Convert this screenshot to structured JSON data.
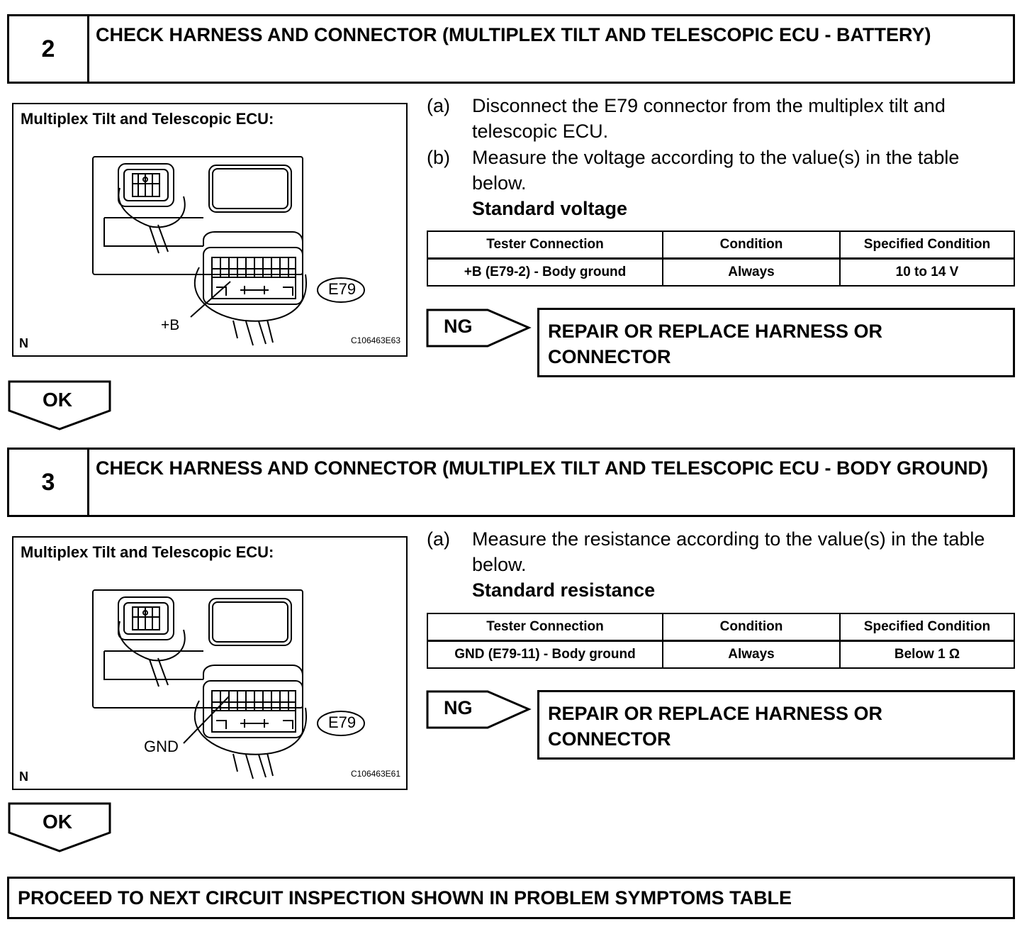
{
  "step2": {
    "number": "2",
    "title": "CHECK HARNESS AND CONNECTOR (MULTIPLEX TILT AND TELESCOPIC ECU - BATTERY)",
    "figure": {
      "title": "Multiplex Tilt and Telescopic ECU:",
      "terminal_label": "+B",
      "connector_label": "E79",
      "corner_mark": "N",
      "figure_code": "C106463E63"
    },
    "instructions": [
      {
        "label": "(a)",
        "text": "Disconnect the E79 connector from the multiplex tilt and telescopic ECU."
      },
      {
        "label": "(b)",
        "text": "Measure the voltage according to the value(s) in the table below."
      }
    ],
    "standard_label": "Standard voltage",
    "table": {
      "headers": [
        "Tester Connection",
        "Condition",
        "Specified Condition"
      ],
      "row": [
        "+B (E79-2) - Body ground",
        "Always",
        "10 to 14 V"
      ]
    },
    "ng_label": "NG",
    "ng_action": "REPAIR OR REPLACE HARNESS OR CONNECTOR",
    "ok_label": "OK"
  },
  "step3": {
    "number": "3",
    "title": "CHECK HARNESS AND CONNECTOR (MULTIPLEX TILT AND TELESCOPIC ECU - BODY GROUND)",
    "figure": {
      "title": "Multiplex Tilt and Telescopic ECU:",
      "terminal_label": "GND",
      "connector_label": "E79",
      "corner_mark": "N",
      "figure_code": "C106463E61"
    },
    "instructions": [
      {
        "label": "(a)",
        "text": "Measure the resistance according to the value(s) in the table below."
      }
    ],
    "standard_label": "Standard resistance",
    "table": {
      "headers": [
        "Tester Connection",
        "Condition",
        "Specified Condition"
      ],
      "row": [
        "GND (E79-11) - Body ground",
        "Always",
        "Below 1 Ω"
      ]
    },
    "ng_label": "NG",
    "ng_action": "REPAIR OR REPLACE HARNESS OR CONNECTOR",
    "ok_label": "OK"
  },
  "final_action": "PROCEED TO NEXT CIRCUIT INSPECTION SHOWN IN PROBLEM SYMPTOMS TABLE"
}
